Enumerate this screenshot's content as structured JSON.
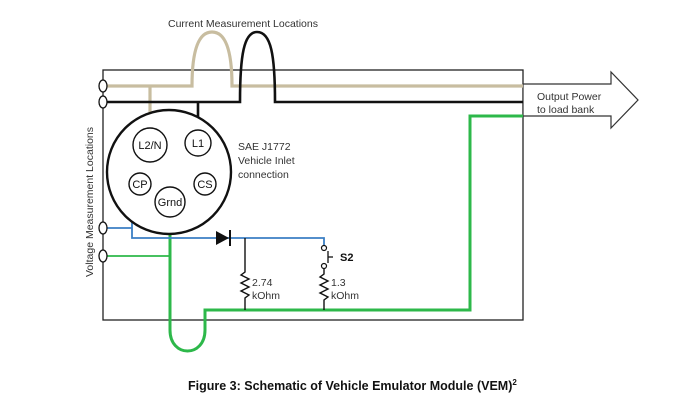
{
  "labels": {
    "current_measurement": "Current Measurement Locations",
    "voltage_measurement": "Voltage Measurement Locations",
    "output_power_line1": "Output Power",
    "output_power_line2": "to load bank",
    "inlet_line1": "SAE J1772",
    "inlet_line2": "Vehicle Inlet",
    "inlet_line3": "connection",
    "switch": "S2",
    "r1_value": "2.74",
    "r1_unit": "kOhm",
    "r2_value": "1.3",
    "r2_unit": "kOhm"
  },
  "pins": {
    "l2n": "L2/N",
    "l1": "L1",
    "cp": "CP",
    "cs": "CS",
    "grnd": "Grnd"
  },
  "caption": {
    "text": "Figure 3: Schematic of Vehicle Emulator Module (VEM)",
    "superscript": "2"
  },
  "colors": {
    "tan_wire": "#c8bda0",
    "black_wire": "#111111",
    "green_wire": "#2db84a",
    "blue_wire": "#3b7fc4",
    "box": "#222222"
  }
}
